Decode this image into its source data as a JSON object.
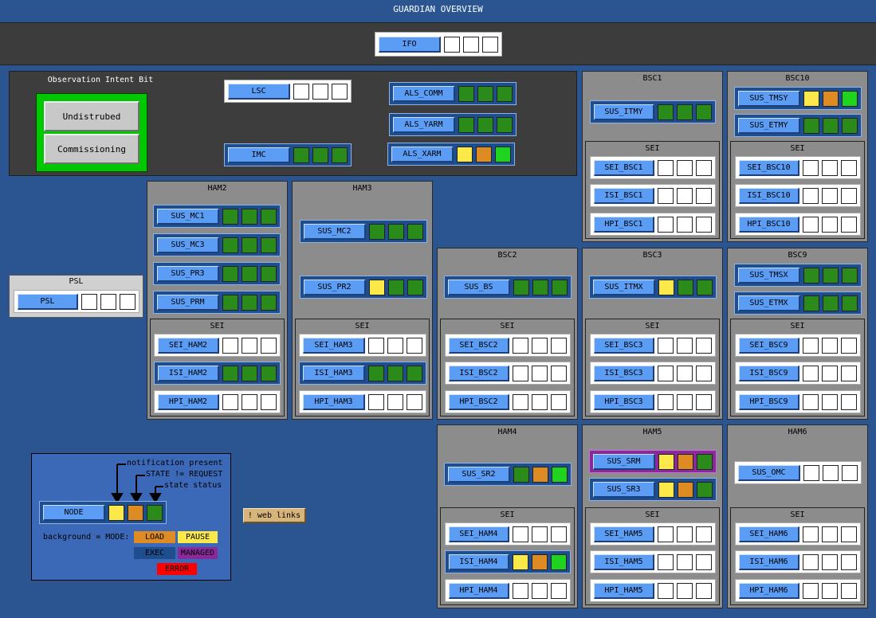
{
  "title": "GUARDIAN OVERVIEW",
  "colors": {
    "exec": "#1f4e8e",
    "load": "#dd8b22",
    "pause": "#fde84a",
    "managed": "#8a2a9a",
    "error": "#ff0000",
    "ok": "#2a8a1a"
  },
  "ifo": {
    "label": "IFO"
  },
  "oib": {
    "title": "Observation Intent Bit",
    "undisturbed": "Undistrubed",
    "commissioning": "Commissioning"
  },
  "lsc": "LSC",
  "imc": "IMC",
  "als": {
    "comm": "ALS_COMM",
    "yarm": "ALS_YARM",
    "xarm": "ALS_XARM"
  },
  "psl": {
    "title": "PSL",
    "node": "PSL"
  },
  "groups": {
    "ham2": "HAM2",
    "ham3": "HAM3",
    "bsc1": "BSC1",
    "bsc10": "BSC10",
    "bsc2": "BSC2",
    "bsc3": "BSC3",
    "bsc9": "BSC9",
    "ham4": "HAM4",
    "ham5": "HAM5",
    "ham6": "HAM6",
    "sei": "SEI"
  },
  "nodes": {
    "sus_mc1": "SUS_MC1",
    "sus_mc3": "SUS_MC3",
    "sus_pr3": "SUS_PR3",
    "sus_prm": "SUS_PRM",
    "sei_ham2": "SEI_HAM2",
    "isi_ham2": "ISI_HAM2",
    "hpi_ham2": "HPI_HAM2",
    "sus_mc2": "SUS_MC2",
    "sus_pr2": "SUS_PR2",
    "sei_ham3": "SEI_HAM3",
    "isi_ham3": "ISI_HAM3",
    "hpi_ham3": "HPI_HAM3",
    "sus_itmy": "SUS_ITMY",
    "sei_bsc1": "SEI_BSC1",
    "isi_bsc1": "ISI_BSC1",
    "hpi_bsc1": "HPI_BSC1",
    "sus_tmsy": "SUS_TMSY",
    "sus_etmy": "SUS_ETMY",
    "sei_bsc10": "SEI_BSC10",
    "isi_bsc10": "ISI_BSC10",
    "hpi_bsc10": "HPI_BSC10",
    "sus_bs": "SUS_BS",
    "sei_bsc2": "SEI_BSC2",
    "isi_bsc2": "ISI_BSC2",
    "hpi_bsc2": "HPI_BSC2",
    "sus_itmx": "SUS_ITMX",
    "sei_bsc3": "SEI_BSC3",
    "isi_bsc3": "ISI_BSC3",
    "hpi_bsc3": "HPI_BSC3",
    "sus_tmsx": "SUS_TMSX",
    "sus_etmx": "SUS_ETMX",
    "sei_bsc9": "SEI_BSC9",
    "isi_bsc9": "ISI_BSC9",
    "hpi_bsc9": "HPI_BSC9",
    "sus_sr2": "SUS_SR2",
    "sei_ham4": "SEI_HAM4",
    "isi_ham4": "ISI_HAM4",
    "hpi_ham4": "HPI_HAM4",
    "sus_srm": "SUS_SRM",
    "sus_sr3": "SUS_SR3",
    "sei_ham5": "SEI_HAM5",
    "isi_ham5": "ISI_HAM5",
    "hpi_ham5": "HPI_HAM5",
    "sus_omc": "SUS_OMC",
    "sei_ham6": "SEI_HAM6",
    "isi_ham6": "ISI_HAM6",
    "hpi_ham6": "HPI_HAM6"
  },
  "legend": {
    "notification": "notification present",
    "request": "STATE != REQUEST",
    "status": "state status",
    "node": "NODE",
    "bg_mode": "background = MODE:",
    "load": "LOAD",
    "pause": "PAUSE",
    "exec": "EXEC",
    "managed": "MANAGED",
    "error": "ERROR"
  },
  "web_links": "! web links"
}
